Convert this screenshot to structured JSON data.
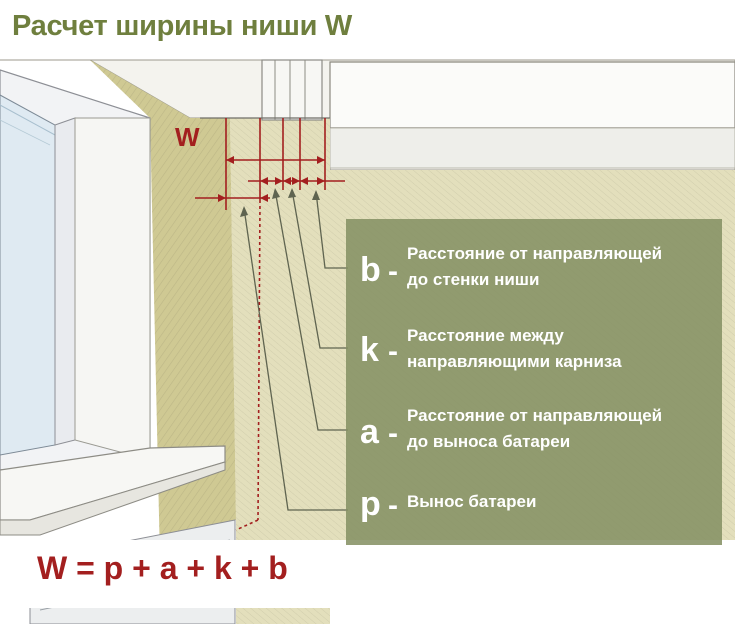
{
  "title": "Расчет ширины ниши W",
  "dimension_label": "W",
  "legend": [
    {
      "letter": "b",
      "lines": [
        "Расстояние от направляющей",
        "до стенки ниши"
      ]
    },
    {
      "letter": "k",
      "lines": [
        "Расстояние между",
        "направляющими карниза"
      ]
    },
    {
      "letter": "a",
      "lines": [
        "Расстояние от направляющей",
        "до выноса батареи"
      ]
    },
    {
      "letter": "p",
      "lines": [
        "Вынос батареи"
      ]
    }
  ],
  "formula": "W = p + a + k + b",
  "colors": {
    "title": "#6f7f3e",
    "accent_red": "#a31f1f",
    "panel": "#848f62",
    "wall": "#d8d3a6"
  }
}
